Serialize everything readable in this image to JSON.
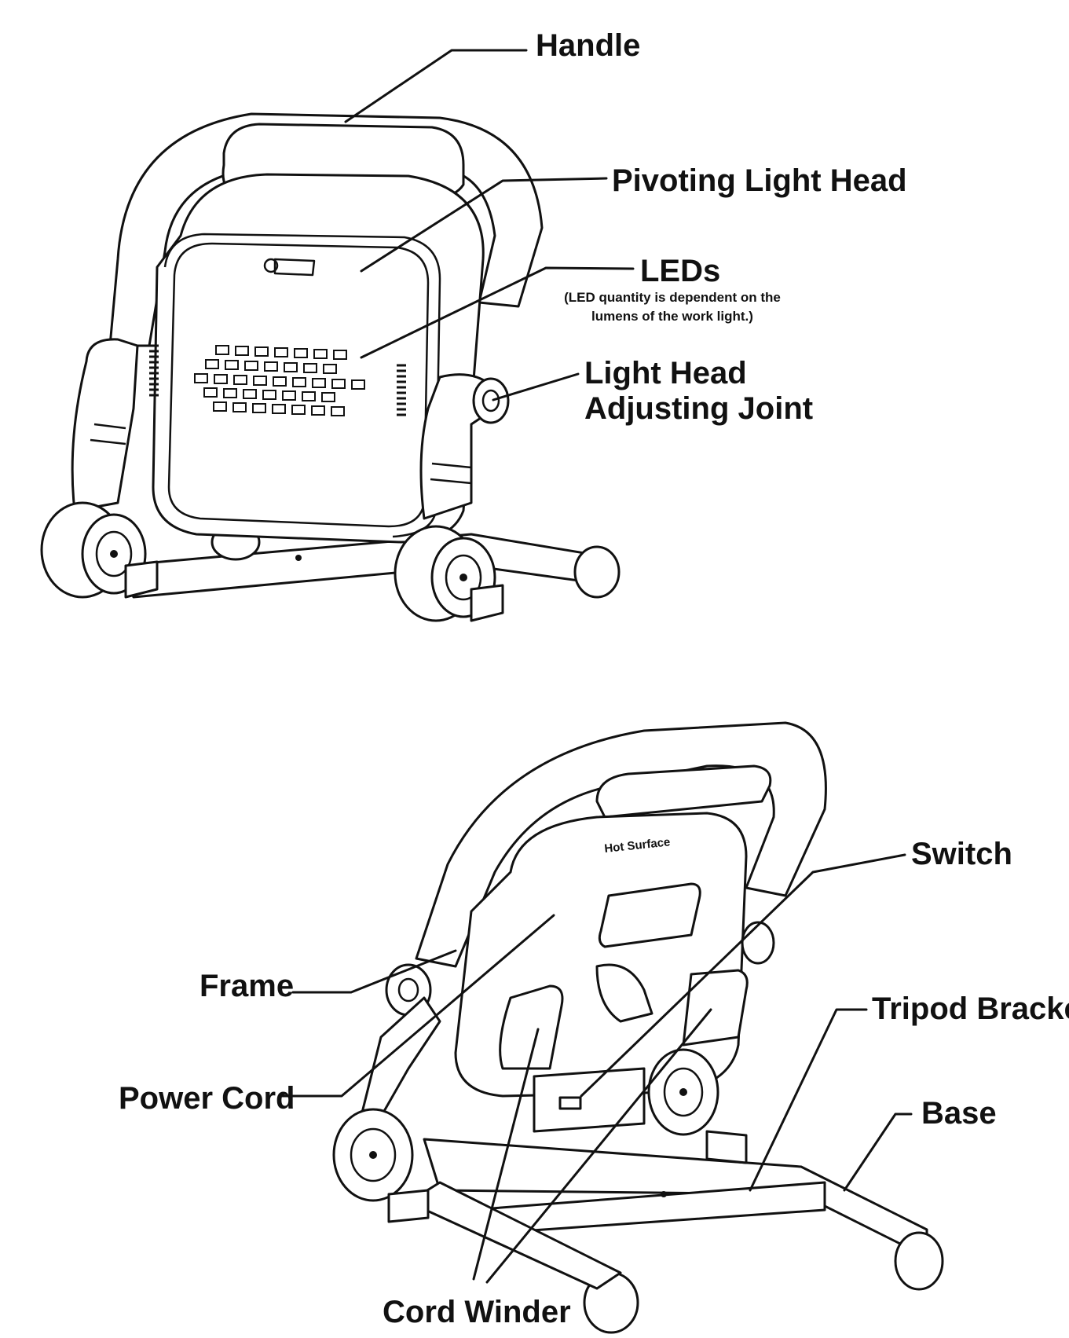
{
  "labels": {
    "handle": "Handle",
    "pivoting_light_head": "Pivoting Light Head",
    "leds": "LEDs",
    "leds_note_line1": "(LED quantity is dependent on the",
    "leds_note_line2": "lumens of the work light.)",
    "light_head_adjusting_joint_line1": "Light Head",
    "light_head_adjusting_joint_line2": "Adjusting Joint",
    "hot_surface": "Hot Surface",
    "switch": "Switch",
    "frame": "Frame",
    "tripod_bracket": "Tripod Bracket",
    "power_cord": "Power Cord",
    "base": "Base",
    "cord_winder": "Cord Winder"
  }
}
